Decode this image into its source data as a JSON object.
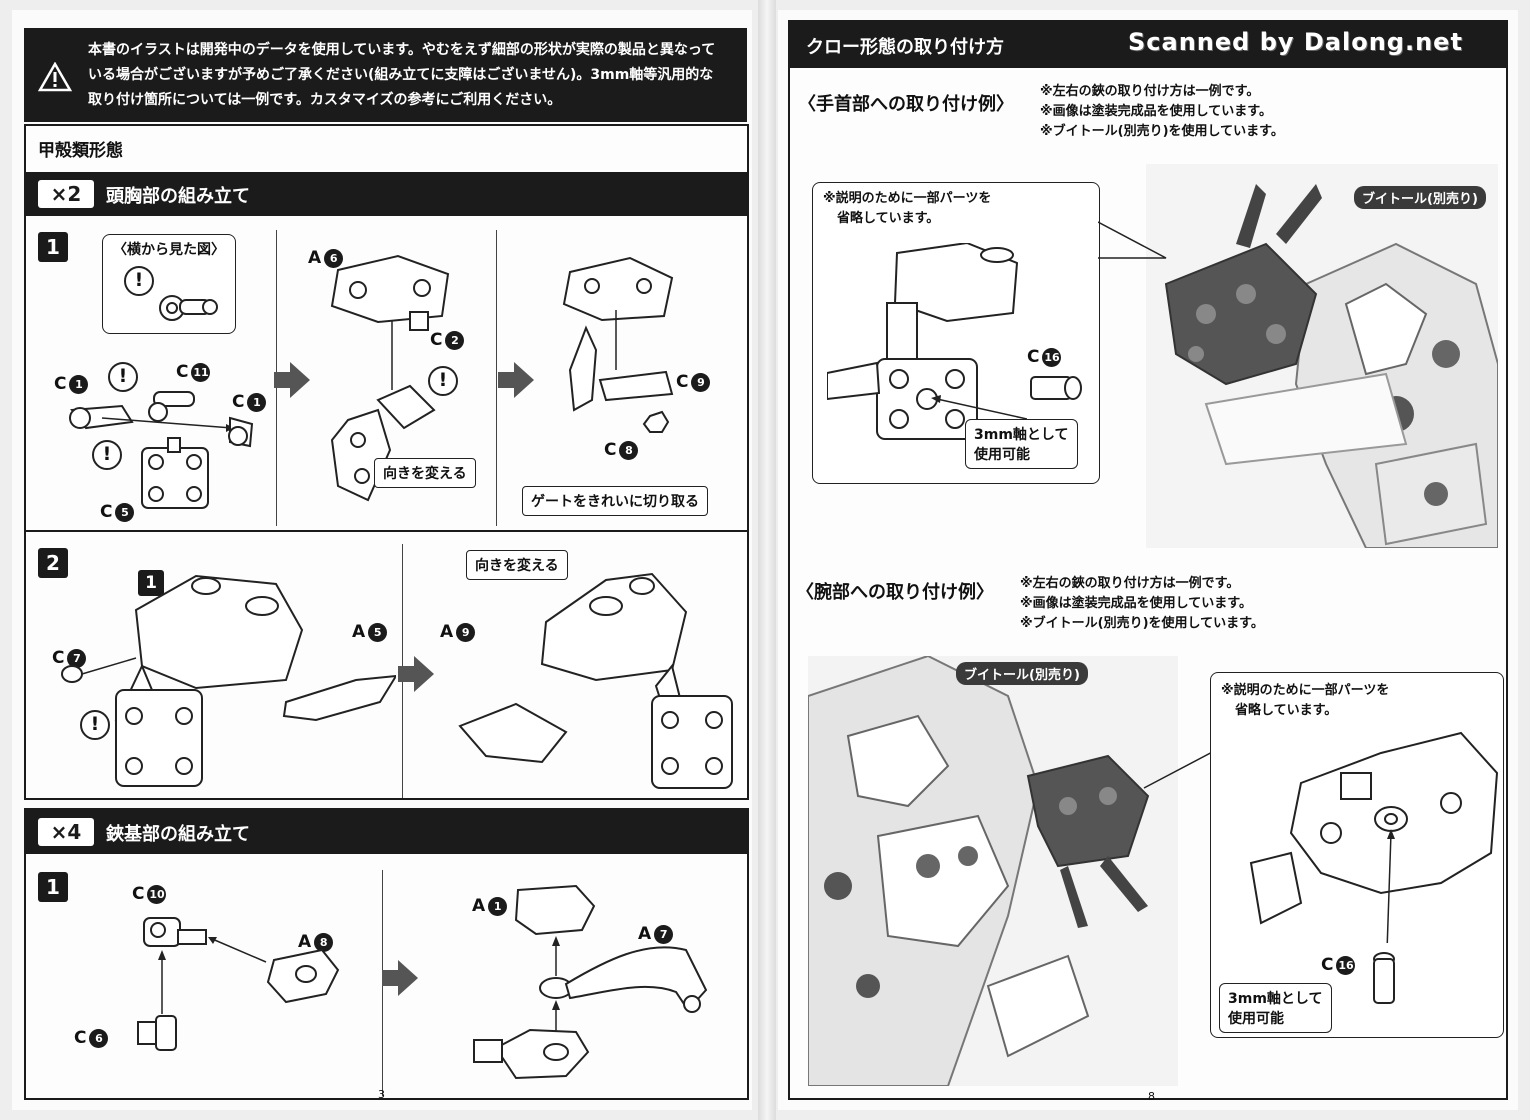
{
  "left": {
    "warning": {
      "icon": "warning-triangle-icon",
      "line1": "本書のイラストは開発中のデータを使用しています。やむをえず細部の形状が実際の製品と異なって",
      "line2": "いる場合がございますが予めご了承ください(組み立てに支障はございません)。3mm軸等汎用的な",
      "line3": "取り付け箇所については一例です。カスタマイズの参考にご利用ください。"
    },
    "section_title": "甲殻類形態",
    "head_chest": {
      "multiplier": "×2",
      "title": "頭胸部の組み立て",
      "step1": {
        "number": "1",
        "side_view_label": "〈横から見た図〉",
        "parts": {
          "c1a": "C",
          "c1a_n": "1",
          "c11": "C",
          "c11_n": "11",
          "c1b": "C",
          "c1b_n": "1",
          "c5": "C",
          "c5_n": "5",
          "a6": "A",
          "a6_n": "6",
          "c2": "C",
          "c2_n": "2",
          "c9": "C",
          "c9_n": "9",
          "c8": "C",
          "c8_n": "8"
        },
        "callout_turn": "向きを変える",
        "callout_gate": "ゲートをきれいに切り取る"
      },
      "step2": {
        "number": "2",
        "ref": "1",
        "parts": {
          "c7": "C",
          "c7_n": "7",
          "a5": "A",
          "a5_n": "5",
          "a9": "A",
          "a9_n": "9"
        },
        "callout_turn": "向きを変える"
      }
    },
    "scissor_base": {
      "multiplier": "×4",
      "title": "鋏基部の組み立て",
      "step1": {
        "number": "1",
        "parts": {
          "c10": "C",
          "c10_n": "10",
          "a8": "A",
          "a8_n": "8",
          "c6": "C",
          "c6_n": "6",
          "a1": "A",
          "a1_n": "1",
          "a7": "A",
          "a7_n": "7"
        }
      }
    },
    "page_number": "3"
  },
  "right": {
    "title": "クロー形態の取り付け方",
    "watermark": "Scanned by Dalong.net",
    "wrist": {
      "heading": "〈手首部への取り付け例〉",
      "notes": [
        "※左右の鋏の取り付け方は一例です。",
        "※画像は塗装完成品を使用しています。",
        "※ブイトール(別売り)を使用しています。"
      ],
      "inset_note1": "※説明のために一部パーツを",
      "inset_note2": "省略しています。",
      "part": "C",
      "part_n": "16",
      "axis_note1": "3mm軸として",
      "axis_note2": "使用可能",
      "pill": "ブイトール(別売り)"
    },
    "arm": {
      "heading": "〈腕部への取り付け例〉",
      "notes": [
        "※左右の鋏の取り付け方は一例です。",
        "※画像は塗装完成品を使用しています。",
        "※ブイトール(別売り)を使用しています。"
      ],
      "inset_note1": "※説明のために一部パーツを",
      "inset_note2": "省略しています。",
      "part": "C",
      "part_n": "16",
      "axis_note1": "3mm軸として",
      "axis_note2": "使用可能",
      "pill": "ブイトール(別売り)"
    },
    "page_number": "8"
  }
}
